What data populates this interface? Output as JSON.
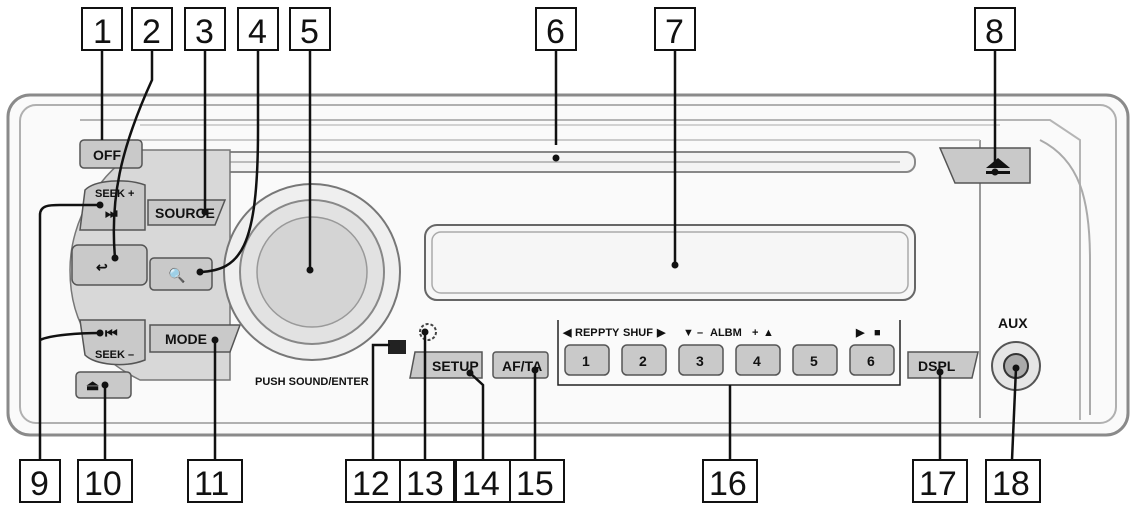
{
  "buttons": {
    "off": "OFF",
    "seek_plus": "SEEK +",
    "seek_minus": "SEEK –",
    "source": "SOURCE",
    "mode": "MODE",
    "setup": "SETUP",
    "af_ta": "AF/TA",
    "dspl": "DSPL",
    "aux": "AUX",
    "push_sound_enter": "PUSH SOUND/ENTER"
  },
  "preset_row_label": {
    "rep": "REP",
    "pty": "PTY",
    "shuf": "SHUF",
    "minus": "–",
    "albm": "ALBM",
    "plus": "+"
  },
  "presets": [
    "1",
    "2",
    "3",
    "4",
    "5",
    "6"
  ],
  "callouts": [
    "1",
    "2",
    "3",
    "4",
    "5",
    "6",
    "7",
    "8",
    "9",
    "10",
    "11",
    "12",
    "13",
    "14",
    "15",
    "16",
    "17",
    "18"
  ],
  "colors": {
    "button_fill": "#c9c9c9",
    "panel_stroke": "#8a8a8a",
    "outline": "#111111"
  }
}
